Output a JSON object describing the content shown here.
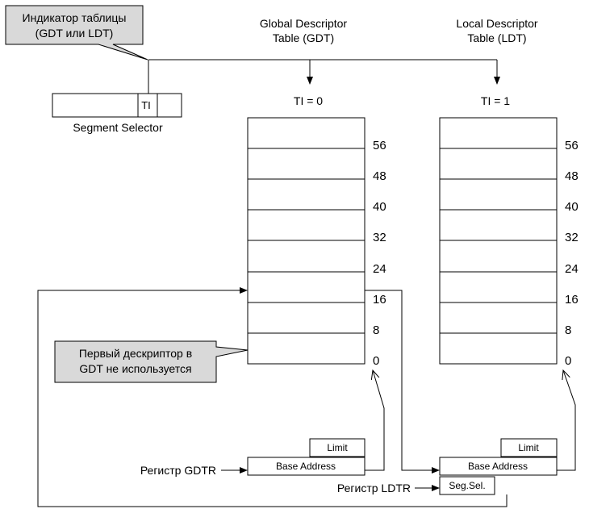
{
  "callouts": {
    "table_indicator": [
      "Индикатор таблицы",
      "(GDT или LDT)"
    ],
    "first_descriptor": [
      "Первый дескриптор в",
      "GDT не используется"
    ]
  },
  "selector": {
    "ti_field": "TI",
    "label": "Segment Selector"
  },
  "gdt": {
    "title": [
      "Global Descriptor",
      "Table (GDT)"
    ],
    "ti_value": "TI = 0",
    "offsets": [
      "56",
      "48",
      "40",
      "32",
      "24",
      "16",
      "8",
      "0"
    ]
  },
  "ldt": {
    "title": [
      "Local Descriptor",
      "Table (LDT)"
    ],
    "ti_value": "TI = 1",
    "offsets": [
      "56",
      "48",
      "40",
      "32",
      "24",
      "16",
      "8",
      "0"
    ]
  },
  "gdtr": {
    "register_label": "Регистр GDTR",
    "limit": "Limit",
    "base_address": "Base Address"
  },
  "ldtr": {
    "register_label": "Регистр LDTR",
    "limit": "Limit",
    "base_address": "Base Address",
    "seg_sel": "Seg.Sel."
  }
}
